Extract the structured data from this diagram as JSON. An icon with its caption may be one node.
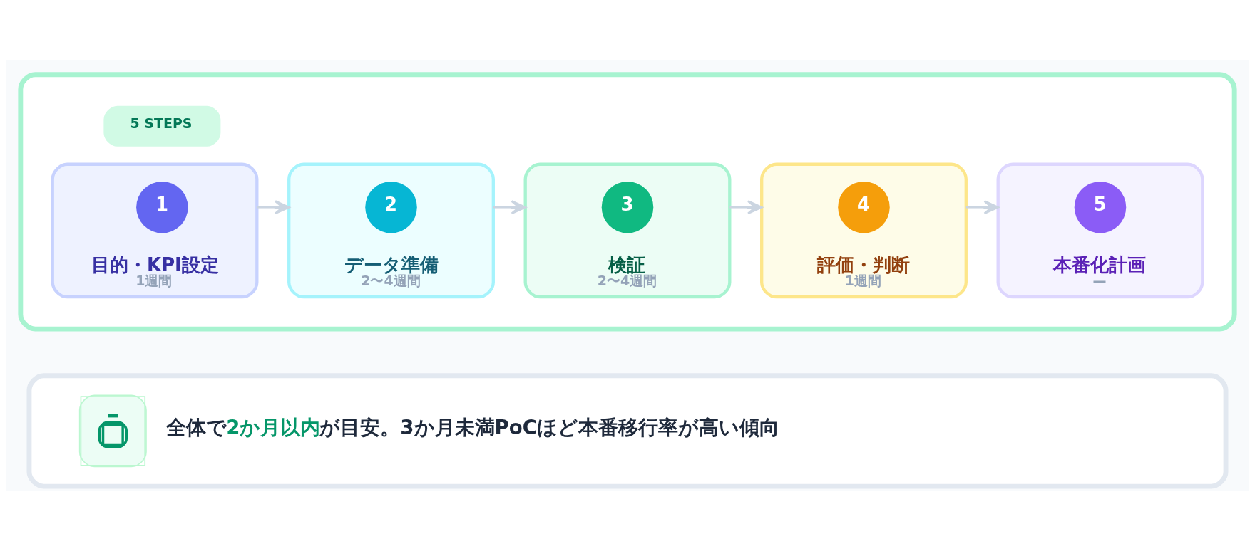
{
  "diagram": {
    "nodes": [
      {
        "text": [],
        "shape": "box"
      },
      {
        "text": [
          "5 STEPS"
        ],
        "in": 0
      },
      {
        "text": [
          "目的・KPI設定",
          "1週間"
        ],
        "in": 0
      },
      {
        "text": [
          "1"
        ],
        "in": 2
      },
      {
        "text": [
          "データ準備",
          "2〜4週間"
        ],
        "in": 0
      },
      {
        "text": [
          "2"
        ],
        "in": 4
      },
      {
        "text": [
          "検証",
          "2〜4週間"
        ],
        "in": 0
      },
      {
        "text": [
          "3"
        ],
        "in": 6
      },
      {
        "text": [
          "評価・判断",
          "1週間"
        ],
        "in": 0
      },
      {
        "text": [
          "4"
        ],
        "in": 8
      },
      {
        "text": [
          "本番化計画",
          "—"
        ],
        "in": 0
      },
      {
        "text": [
          "5"
        ],
        "in": 10
      },
      {
        "text": [
          "全体で**2か月以内**が目安。3か月未満PoCほど本番移行率が高い傾向"
        ]
      }
    ],
    "edges": [
      {
        "from": 2,
        "to": 4,
        "arrow": "to"
      },
      {
        "from": 4,
        "to": 6,
        "arrow": "to"
      },
      {
        "from": 6,
        "to": 8,
        "arrow": "to"
      },
      {
        "from": 8,
        "to": 10,
        "arrow": "to"
      }
    ]
  }
}
